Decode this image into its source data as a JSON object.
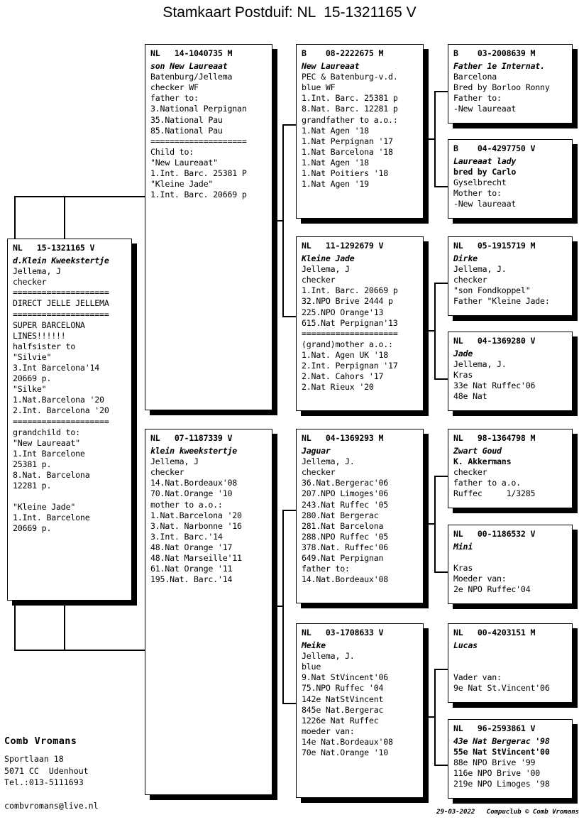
{
  "title": "Stamkaart Postduif: NL  15-1321165 V",
  "subject": {
    "ring": "NL   15-1321165 V",
    "lines": [
      {
        "t": "d.Klein Kweekstertje",
        "s": "it"
      },
      {
        "t": "Jellema, J",
        "s": ""
      },
      {
        "t": "checker",
        "s": ""
      },
      {
        "t": "====================",
        "s": ""
      },
      {
        "t": "DIRECT JELLE JELLEMA",
        "s": ""
      },
      {
        "t": "====================",
        "s": ""
      },
      {
        "t": "SUPER BARCELONA",
        "s": ""
      },
      {
        "t": "LINES!!!!!!",
        "s": ""
      },
      {
        "t": "halfsister to",
        "s": ""
      },
      {
        "t": "\"Silvie\"",
        "s": ""
      },
      {
        "t": "3.Int Barcelona'14",
        "s": ""
      },
      {
        "t": "20669 p.",
        "s": ""
      },
      {
        "t": "\"Silke\"",
        "s": ""
      },
      {
        "t": "1.Nat.Barcelona '20",
        "s": ""
      },
      {
        "t": "2.Int. Barcelona '20",
        "s": ""
      },
      {
        "t": "====================",
        "s": ""
      },
      {
        "t": "grandchild to:",
        "s": ""
      },
      {
        "t": "\"New Laureaat\"",
        "s": ""
      },
      {
        "t": "1.Int Barcelone",
        "s": ""
      },
      {
        "t": "25381 p.",
        "s": ""
      },
      {
        "t": "8.Nat. Barcelona",
        "s": ""
      },
      {
        "t": "12281 p.",
        "s": ""
      },
      {
        "t": "",
        "s": "blank"
      },
      {
        "t": "\"Kleine Jade\"",
        "s": ""
      },
      {
        "t": "1.Int. Barcelone",
        "s": ""
      },
      {
        "t": "20669 p.",
        "s": ""
      }
    ]
  },
  "gen2": [
    {
      "ring": "NL   14-1040735 M",
      "lines": [
        {
          "t": "son New Laureaat",
          "s": "it"
        },
        {
          "t": "Batenburg/Jellema",
          "s": ""
        },
        {
          "t": "checker WF",
          "s": ""
        },
        {
          "t": "father to:",
          "s": ""
        },
        {
          "t": "3.National Perpignan",
          "s": ""
        },
        {
          "t": "35.National Pau",
          "s": ""
        },
        {
          "t": "85.National Pau",
          "s": ""
        },
        {
          "t": "====================",
          "s": ""
        },
        {
          "t": "Child to:",
          "s": ""
        },
        {
          "t": "\"New Laureaat\"",
          "s": ""
        },
        {
          "t": "1.Int. Barc. 25381 P",
          "s": ""
        },
        {
          "t": "\"Kleine Jade\"",
          "s": ""
        },
        {
          "t": "1.Int. Barc. 20669 p",
          "s": ""
        }
      ]
    },
    {
      "ring": "NL   07-1187339 V",
      "lines": [
        {
          "t": "klein kweekstertje",
          "s": "it"
        },
        {
          "t": "Jellema, J",
          "s": ""
        },
        {
          "t": "checker",
          "s": ""
        },
        {
          "t": "14.Nat.Bordeaux'08",
          "s": ""
        },
        {
          "t": "70.Nat.Orange '10",
          "s": ""
        },
        {
          "t": "mother to a.o.:",
          "s": ""
        },
        {
          "t": "1.Nat.Barcelona '20",
          "s": ""
        },
        {
          "t": "3.Nat. Narbonne '16",
          "s": ""
        },
        {
          "t": "3.Int. Barc.'14",
          "s": ""
        },
        {
          "t": "48.Nat Orange '17",
          "s": ""
        },
        {
          "t": "48.Nat Marseille'11",
          "s": ""
        },
        {
          "t": "61.Nat Orange '11",
          "s": ""
        },
        {
          "t": "195.Nat. Barc.'14",
          "s": ""
        }
      ]
    }
  ],
  "gen3": [
    {
      "ring": "B    08-2222675 M",
      "lines": [
        {
          "t": "New Laureaat",
          "s": "it"
        },
        {
          "t": "PEC & Batenburg-v.d.",
          "s": ""
        },
        {
          "t": "blue WF",
          "s": ""
        },
        {
          "t": "1.Int. Barc. 25381 p",
          "s": ""
        },
        {
          "t": "8.Nat. Barc. 12281 p",
          "s": ""
        },
        {
          "t": "grandfather to a.o.:",
          "s": ""
        },
        {
          "t": "1.Nat Agen '18",
          "s": ""
        },
        {
          "t": "1.Nat Perpignan '17",
          "s": ""
        },
        {
          "t": "1.Nat Barcelona '18",
          "s": ""
        },
        {
          "t": "1.Nat Agen '18",
          "s": ""
        },
        {
          "t": "1.Nat Poitiers '18",
          "s": ""
        },
        {
          "t": "1.Nat Agen '19",
          "s": ""
        }
      ]
    },
    {
      "ring": "NL   11-1292679 V",
      "lines": [
        {
          "t": "Kleine Jade",
          "s": "it"
        },
        {
          "t": "Jellema, J",
          "s": ""
        },
        {
          "t": "checker",
          "s": ""
        },
        {
          "t": "1.Int. Barc. 20669 p",
          "s": ""
        },
        {
          "t": "32.NPO Brive 2444 p",
          "s": ""
        },
        {
          "t": "225.NPO Orange'13",
          "s": ""
        },
        {
          "t": "615.Nat Perpignan'13",
          "s": ""
        },
        {
          "t": "====================",
          "s": ""
        },
        {
          "t": "(grand)mother a.o.:",
          "s": ""
        },
        {
          "t": "1.Nat. Agen UK '18",
          "s": ""
        },
        {
          "t": "2.Int. Perpignan '17",
          "s": ""
        },
        {
          "t": "2.Nat. Cahors '17",
          "s": ""
        },
        {
          "t": "2.Nat Rieux '20",
          "s": ""
        }
      ]
    },
    {
      "ring": "NL   04-1369293 M",
      "lines": [
        {
          "t": "Jaguar",
          "s": "it"
        },
        {
          "t": "Jellema, J.",
          "s": ""
        },
        {
          "t": "checker",
          "s": ""
        },
        {
          "t": "36.Nat.Bergerac'06",
          "s": ""
        },
        {
          "t": "207.NPO Limoges'06",
          "s": ""
        },
        {
          "t": "243.Nat Ruffec '05",
          "s": ""
        },
        {
          "t": "280.Nat Bergerac",
          "s": ""
        },
        {
          "t": "281.Nat Barcelona",
          "s": ""
        },
        {
          "t": "288.NPO Ruffec '05",
          "s": ""
        },
        {
          "t": "378.Nat. Ruffec'06",
          "s": ""
        },
        {
          "t": "649.Nat Perpignan",
          "s": ""
        },
        {
          "t": "father to:",
          "s": ""
        },
        {
          "t": "14.Nat.Bordeaux'08",
          "s": ""
        }
      ]
    },
    {
      "ring": "NL   03-1708633 V",
      "lines": [
        {
          "t": "Meike",
          "s": "it"
        },
        {
          "t": "Jellema, J.",
          "s": ""
        },
        {
          "t": "blue",
          "s": ""
        },
        {
          "t": "9.Nat StVincent'06",
          "s": ""
        },
        {
          "t": "75.NPO Ruffec '04",
          "s": ""
        },
        {
          "t": "142e NatStVincent",
          "s": ""
        },
        {
          "t": "845e Nat.Bergerac",
          "s": ""
        },
        {
          "t": "1226e Nat Ruffec",
          "s": ""
        },
        {
          "t": "moeder van:",
          "s": ""
        },
        {
          "t": "14e Nat.Bordeaux'08",
          "s": ""
        },
        {
          "t": "70e Nat.Orange '10",
          "s": ""
        }
      ]
    }
  ],
  "gen4": [
    {
      "ring": "B    03-2008639 M",
      "lines": [
        {
          "t": "Father 1e Internat.",
          "s": "it"
        },
        {
          "t": "Barcelona",
          "s": ""
        },
        {
          "t": "Bred by Borloo Ronny",
          "s": ""
        },
        {
          "t": "Father to:",
          "s": ""
        },
        {
          "t": "-New laureaat",
          "s": ""
        }
      ]
    },
    {
      "ring": "B    04-4297750 V",
      "lines": [
        {
          "t": "Laureaat lady",
          "s": "it"
        },
        {
          "t": "bred by Carlo",
          "s": "bd"
        },
        {
          "t": "Gyselbrecht",
          "s": ""
        },
        {
          "t": "Mother to:",
          "s": ""
        },
        {
          "t": "-New laureaat",
          "s": ""
        }
      ]
    },
    {
      "ring": "NL   05-1915719 M",
      "lines": [
        {
          "t": "Dirke",
          "s": "it"
        },
        {
          "t": "Jellema, J.",
          "s": ""
        },
        {
          "t": "checker",
          "s": ""
        },
        {
          "t": "\"son Fondkoppel\"",
          "s": ""
        },
        {
          "t": "Father \"Kleine Jade:",
          "s": ""
        }
      ]
    },
    {
      "ring": "NL   04-1369280 V",
      "lines": [
        {
          "t": "Jade",
          "s": "it"
        },
        {
          "t": "Jellema, J.",
          "s": ""
        },
        {
          "t": "Kras",
          "s": ""
        },
        {
          "t": "33e Nat Ruffec'06",
          "s": ""
        },
        {
          "t": "48e Nat",
          "s": ""
        }
      ]
    },
    {
      "ring": "NL   98-1364798 M",
      "lines": [
        {
          "t": "Zwart Goud",
          "s": "it"
        },
        {
          "t": "K. Akkermans",
          "s": "bd"
        },
        {
          "t": "checker",
          "s": ""
        },
        {
          "t": "father to a.o.",
          "s": ""
        },
        {
          "t": "Ruffec     1/3285",
          "s": ""
        }
      ]
    },
    {
      "ring": "NL   00-1186532 V",
      "lines": [
        {
          "t": "Mini",
          "s": "it"
        },
        {
          "t": "",
          "s": "blank"
        },
        {
          "t": "Kras",
          "s": ""
        },
        {
          "t": "Moeder van:",
          "s": ""
        },
        {
          "t": "2e NPO Ruffec'04",
          "s": ""
        }
      ]
    },
    {
      "ring": "NL   00-4203151 M",
      "lines": [
        {
          "t": "Lucas",
          "s": "it"
        },
        {
          "t": "",
          "s": "blank"
        },
        {
          "t": "",
          "s": "blank"
        },
        {
          "t": "Vader van:",
          "s": ""
        },
        {
          "t": "9e Nat St.Vincent'06",
          "s": ""
        }
      ]
    },
    {
      "ring": "NL   96-2593861 V",
      "lines": [
        {
          "t": "43e Nat Bergerac '98",
          "s": "it"
        },
        {
          "t": "55e Nat StVincent'00",
          "s": "bd"
        },
        {
          "t": "88e NPO Brive '99",
          "s": ""
        },
        {
          "t": "116e NPO Brive '00",
          "s": ""
        },
        {
          "t": "219e NPO Limoges '98",
          "s": ""
        }
      ]
    }
  ],
  "address": {
    "name": "Comb Vromans",
    "lines": [
      {
        "t": "Sportlaan 18",
        "s": ""
      },
      {
        "t": "5071 CC  Udenhout",
        "s": ""
      },
      {
        "t": "Tel.:013-5111693",
        "s": ""
      },
      {
        "t": "",
        "s": "blank"
      },
      {
        "t": "combvromans@live.nl",
        "s": ""
      }
    ]
  },
  "credit": "29-03-2022   Compuclub © Comb Vromans"
}
